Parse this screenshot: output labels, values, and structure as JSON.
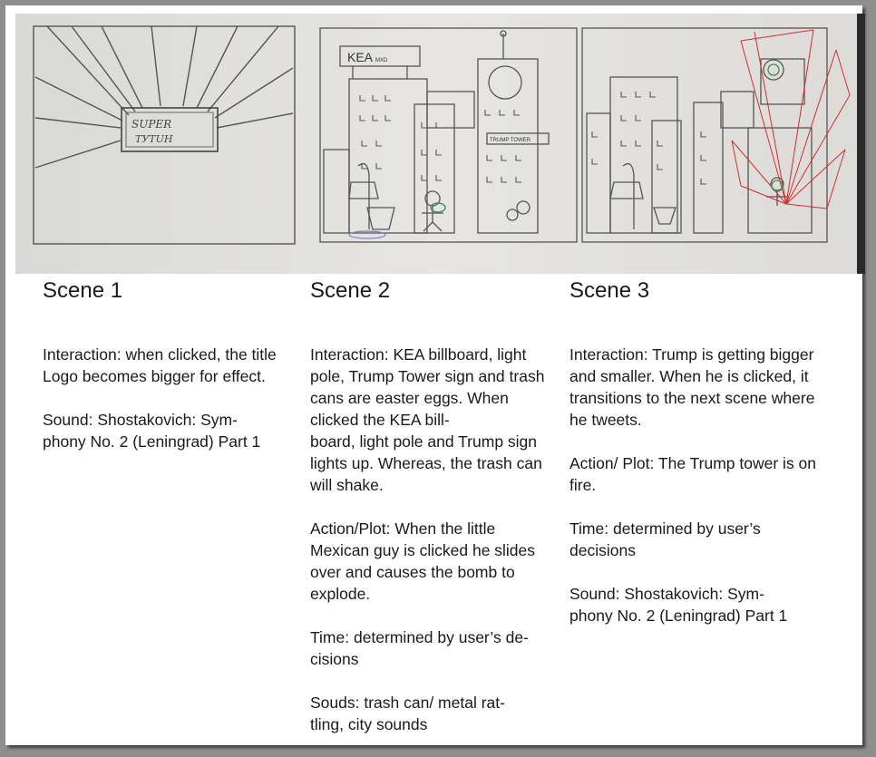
{
  "storyboard_photo": {
    "panel1_logo_lines": [
      "SUPER",
      "ТУТUН"
    ],
    "panel2_billboard": "KEA",
    "panel2_billboard_small": "MXD",
    "panel2_tower_sign": "TRUMP TOWER"
  },
  "scenes": [
    {
      "title": "Scene 1",
      "paragraphs": [
        "Interaction: when clicked, the title Logo becomes bigger for effect.",
        "Sound: Shostakovich: Sym-\nphony No. 2 (Leningrad) Part 1"
      ]
    },
    {
      "title": "Scene 2",
      "paragraphs": [
        "Interaction: KEA billboard, light pole, Trump Tower sign and trash cans are easter eggs. When clicked the KEA bill-\nboard, light pole and Trump sign lights up. Whereas, the trash can will shake.",
        "Action/Plot: When the little Mexican guy is clicked he slides over and causes the bomb to explode.",
        "Time: determined by user’s de-\ncisions",
        "Souds: trash can/ metal rat-\ntling, city sounds"
      ]
    },
    {
      "title": "Scene 3",
      "paragraphs": [
        "Interaction: Trump is getting bigger and smaller. When he is clicked, it transitions to the next scene where he tweets.",
        "Action/ Plot: The Trump tower is on fire.",
        "Time: determined by user’s decisions",
        "Sound: Shostakovich: Sym-\nphony No. 2 (Leningrad) Part 1"
      ]
    }
  ]
}
